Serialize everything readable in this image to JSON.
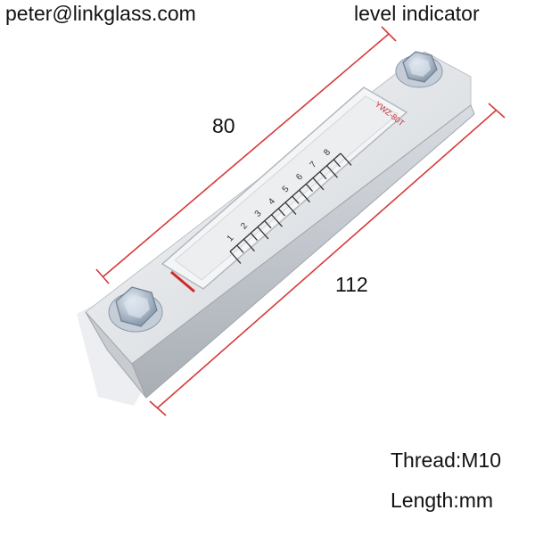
{
  "header": {
    "email": "peter@linkglass.com",
    "title": "level indicator"
  },
  "dimensions": {
    "short": "80",
    "long": "112"
  },
  "specs": {
    "thread": "Thread:M10",
    "length": "Length:mm"
  },
  "scale": {
    "numbers": [
      "1",
      "2",
      "3",
      "4",
      "5",
      "6",
      "7",
      "8"
    ],
    "model_mark": "YWZ-80T"
  },
  "colors": {
    "dimension_line": "#d63a3a",
    "body": "#e9ebee",
    "indicator_line": "#d02a2a"
  }
}
